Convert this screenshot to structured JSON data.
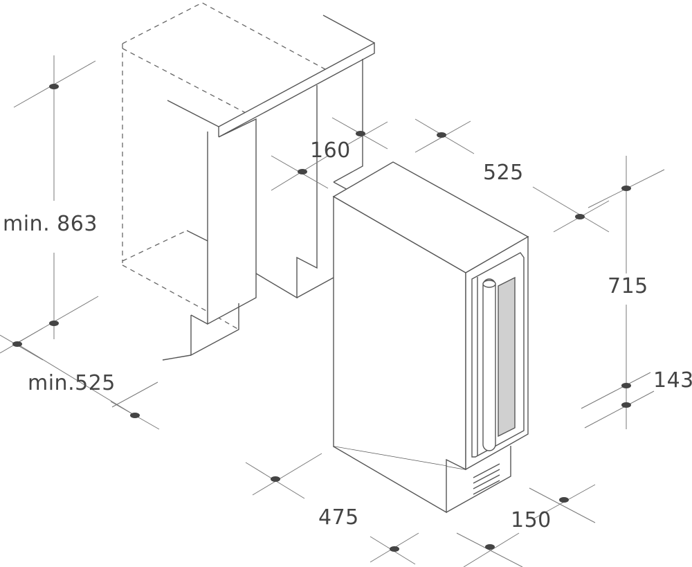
{
  "dimensions": {
    "cabinet_height": "min. 863",
    "cabinet_depth": "min.525",
    "plinth_gap": "160",
    "appliance_depth": "525",
    "appliance_height": "715",
    "plinth_height": "143",
    "appliance_total_depth": "475",
    "appliance_width": "150"
  },
  "colors": {
    "line": "#555555",
    "glass": "#d0d0d0"
  }
}
